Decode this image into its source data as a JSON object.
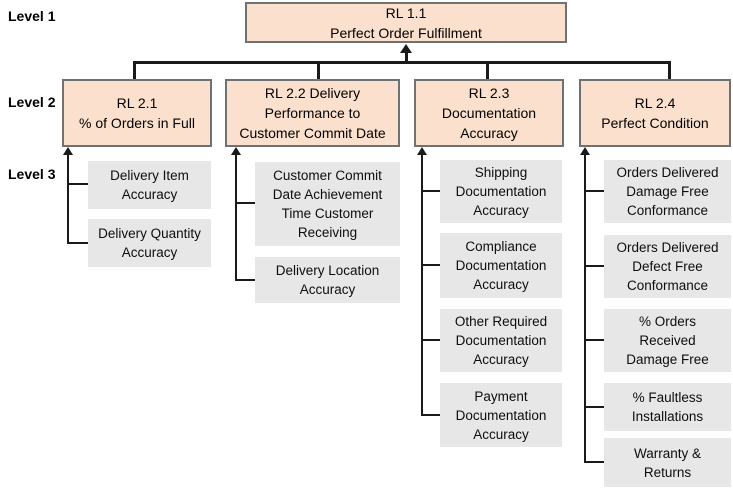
{
  "colors": {
    "parent_node_fill": "#FBE1CD",
    "parent_node_border": "#6E7272",
    "leaf_fill": "#E7E7E7",
    "connector_line": "#1A1A1A",
    "text": "#000000"
  },
  "level_labels": [
    "Level 1",
    "Level 2",
    "Level 3"
  ],
  "root": {
    "text": "RL 1.1\nPerfect Order Fulfillment"
  },
  "branches": [
    {
      "parent": "RL 2.1\n% of Orders in Full",
      "children": [
        "Delivery Item\nAccuracy",
        "Delivery Quantity\nAccuracy"
      ]
    },
    {
      "parent": "RL 2.2 Delivery\nPerformance to\nCustomer Commit Date",
      "children": [
        "Customer Commit\nDate Achievement\nTime Customer\nReceiving",
        "Delivery Location\nAccuracy"
      ]
    },
    {
      "parent": "RL 2.3\nDocumentation\nAccuracy",
      "children": [
        "Shipping\nDocumentation\nAccuracy",
        "Compliance\nDocumentation\nAccuracy",
        "Other Required\nDocumentation\nAccuracy",
        "Payment\nDocumentation\nAccuracy"
      ]
    },
    {
      "parent": "RL 2.4\nPerfect Condition",
      "children": [
        "Orders Delivered\nDamage Free\nConformance",
        "Orders Delivered\nDefect Free\nConformance",
        "% Orders\nReceived\nDamage Free",
        "% Faultless\nInstallations",
        "Warranty &\nReturns"
      ]
    }
  ]
}
